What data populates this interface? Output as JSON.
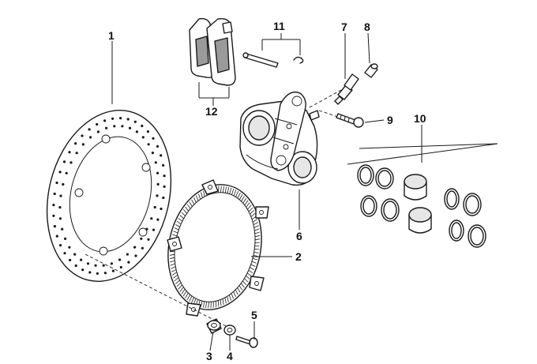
{
  "diagram": {
    "callouts": {
      "c1": "1",
      "c2": "2",
      "c3": "3",
      "c4": "4",
      "c5": "5",
      "c6": "6",
      "c7": "7",
      "c8": "8",
      "c9": "9",
      "c10": "10",
      "c11": "11",
      "c12": "12"
    }
  }
}
